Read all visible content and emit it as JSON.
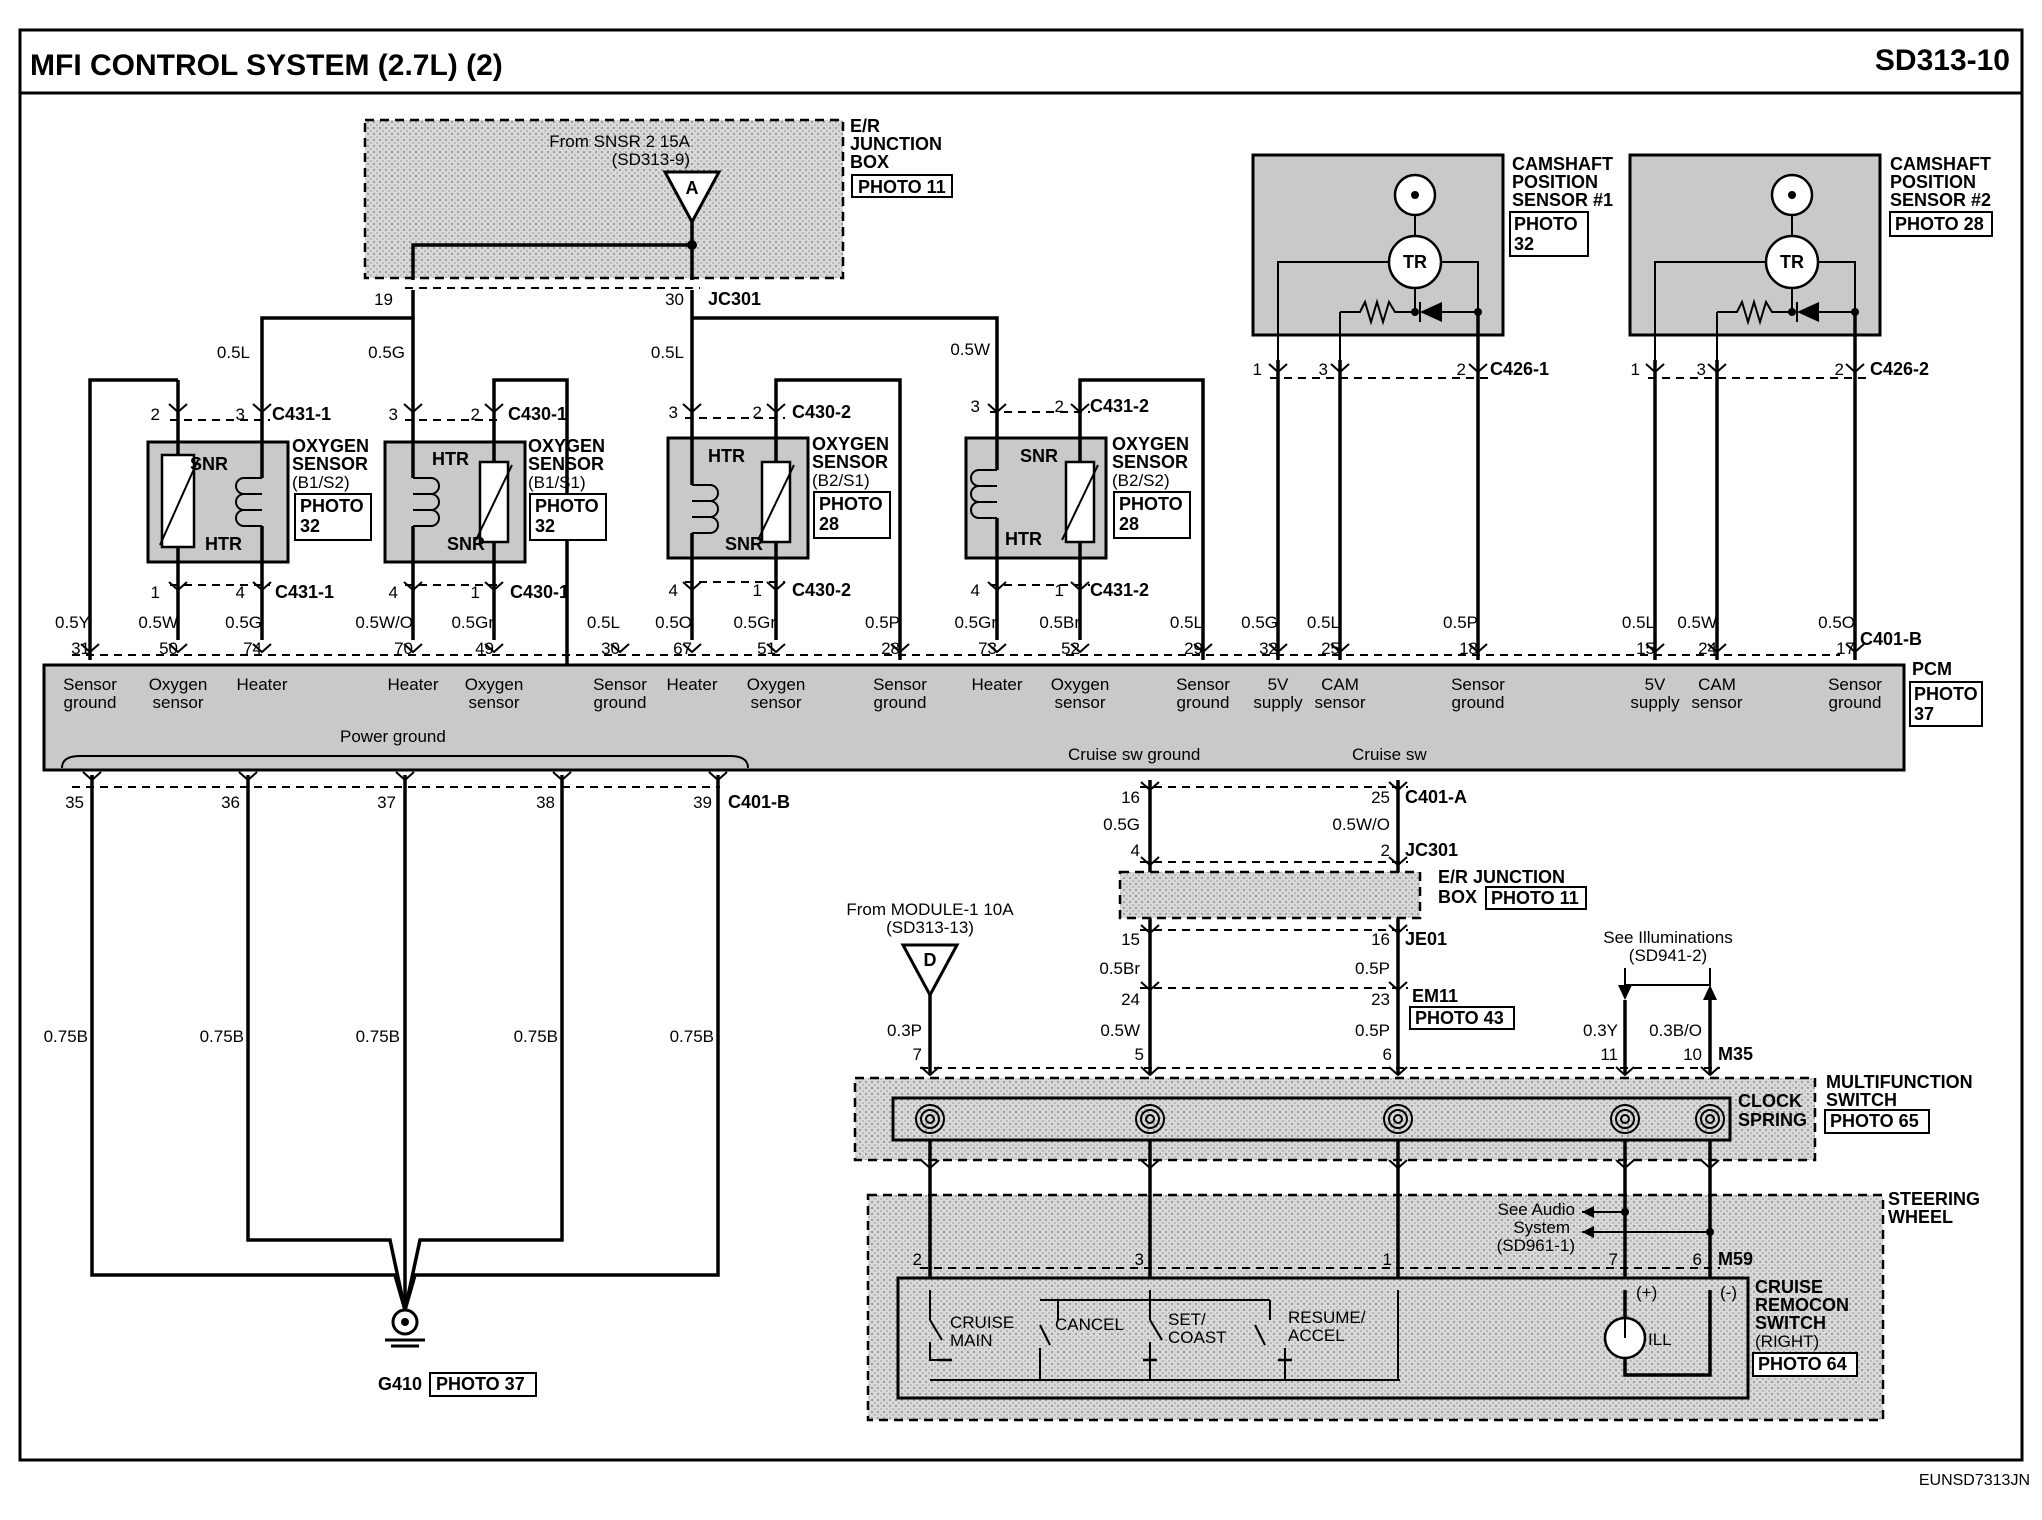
{
  "header": {
    "title": "MFI CONTROL SYSTEM (2.7L) (2)",
    "page_code": "SD313-10"
  },
  "footer": {
    "code": "EUNSD7313JN"
  },
  "er_junction_box": {
    "label": "E/R JUNCTION BOX",
    "photo": "PHOTO 11",
    "source_line1": "From SNSR 2 15A",
    "source_line2": "(SD313-9)",
    "connector": "A",
    "connector_id": "JC301",
    "pins": [
      "19",
      "30"
    ]
  },
  "oxygen_sensors": [
    {
      "name": "OXYGEN SENSOR",
      "position": "(B1/S2)",
      "photo": "PHOTO 32",
      "conn_top": "C431-1",
      "conn_bot": "C431-1",
      "top_pins": [
        "2",
        "3"
      ],
      "bot_pins": [
        "1",
        "4"
      ],
      "labels": [
        "SNR",
        "HTR"
      ]
    },
    {
      "name": "OXYGEN SENSOR",
      "position": "(B1/S1)",
      "photo": "PHOTO 32",
      "conn_top": "C430-1",
      "conn_bot": "C430-1",
      "top_pins": [
        "3",
        "2"
      ],
      "bot_pins": [
        "4",
        "1"
      ],
      "labels": [
        "HTR",
        "SNR"
      ]
    },
    {
      "name": "OXYGEN SENSOR",
      "position": "(B2/S1)",
      "photo": "PHOTO 28",
      "conn_top": "C430-2",
      "conn_bot": "C430-2",
      "top_pins": [
        "3",
        "2"
      ],
      "bot_pins": [
        "4",
        "1"
      ],
      "labels": [
        "HTR",
        "SNR"
      ]
    },
    {
      "name": "OXYGEN SENSOR",
      "position": "(B2/S2)",
      "photo": "PHOTO 28",
      "conn_top": "C431-2",
      "conn_bot": "C431-2",
      "top_pins": [
        "3",
        "2"
      ],
      "bot_pins": [
        "4",
        "1"
      ],
      "labels": [
        "SNR",
        "HTR"
      ]
    }
  ],
  "upper_wires": [
    "0.5L",
    "0.5G",
    "0.5L",
    "0.5W"
  ],
  "camshaft_sensors": [
    {
      "line1": "CAMSHAFT",
      "line2": "POSITION",
      "line3": "SENSOR #1",
      "photo_line1": "PHOTO",
      "photo_line2": "32",
      "connector": "C426-1",
      "pins": [
        "1",
        "3",
        "2"
      ],
      "tr": "TR"
    },
    {
      "line1": "CAMSHAFT",
      "line2": "POSITION",
      "line3": "SENSOR #2",
      "photo": "PHOTO 28",
      "connector": "C426-2",
      "pins": [
        "1",
        "3",
        "2"
      ],
      "tr": "TR"
    }
  ],
  "pcm": {
    "label": "PCM",
    "photo_line1": "PHOTO",
    "photo_line2": "37",
    "connector_top": "C401-B",
    "power_ground": "Power ground",
    "cruise_sw_ground": "Cruise sw ground",
    "cruise_sw": "Cruise sw",
    "top_pins": [
      {
        "wire": "0.5Y",
        "pin": "31",
        "f1": "Sensor",
        "f2": "ground"
      },
      {
        "wire": "0.5W",
        "pin": "50",
        "f1": "Oxygen",
        "f2": "sensor"
      },
      {
        "wire": "0.5G",
        "pin": "74",
        "f1": "Heater",
        "f2": ""
      },
      {
        "wire": "0.5W/O",
        "pin": "70",
        "f1": "Heater",
        "f2": ""
      },
      {
        "wire": "0.5Gr",
        "pin": "49",
        "f1": "Oxygen",
        "f2": "sensor"
      },
      {
        "wire": "0.5L",
        "pin": "30",
        "f1": "Sensor",
        "f2": "ground"
      },
      {
        "wire": "0.5O",
        "pin": "67",
        "f1": "Heater",
        "f2": ""
      },
      {
        "wire": "0.5Gr",
        "pin": "51",
        "f1": "Oxygen",
        "f2": "sensor"
      },
      {
        "wire": "0.5P",
        "pin": "28",
        "f1": "Sensor",
        "f2": "ground"
      },
      {
        "wire": "0.5Gr",
        "pin": "73",
        "f1": "Heater",
        "f2": ""
      },
      {
        "wire": "0.5Br",
        "pin": "52",
        "f1": "Oxygen",
        "f2": "sensor"
      },
      {
        "wire": "0.5L",
        "pin": "29",
        "f1": "Sensor",
        "f2": "ground"
      },
      {
        "wire": "0.5G",
        "pin": "32",
        "f1": "5V",
        "f2": "supply"
      },
      {
        "wire": "0.5L",
        "pin": "25",
        "f1": "CAM",
        "f2": "sensor"
      },
      {
        "wire": "0.5P",
        "pin": "18",
        "f1": "Sensor",
        "f2": "ground"
      },
      {
        "wire": "0.5L",
        "pin": "15",
        "f1": "5V",
        "f2": "supply"
      },
      {
        "wire": "0.5W",
        "pin": "24",
        "f1": "CAM",
        "f2": "sensor"
      },
      {
        "wire": "0.5O",
        "pin": "17",
        "f1": "Sensor",
        "f2": "ground"
      }
    ]
  },
  "ground": {
    "pins": [
      "35",
      "36",
      "37",
      "38",
      "39"
    ],
    "connector": "C401-B",
    "wires": [
      "0.75B",
      "0.75B",
      "0.75B",
      "0.75B",
      "0.75B"
    ],
    "label": "G410",
    "photo": "PHOTO 37"
  },
  "cruise": {
    "c401a": "C401-A",
    "pins_a": [
      "16",
      "25"
    ],
    "wires_a": [
      "0.5G",
      "0.5W/O"
    ],
    "jc301": "JC301",
    "pins_jc": [
      "4",
      "2"
    ],
    "jbox_line1": "E/R JUNCTION",
    "jbox_line2": "BOX",
    "jbox_photo": "PHOTO 11",
    "je01": "JE01",
    "pins_je": [
      "15",
      "16"
    ],
    "wires_je": [
      "0.5Br",
      "0.5P"
    ],
    "em11": "EM11",
    "em11_photo": "PHOTO 43",
    "pins_em": [
      "24",
      "23"
    ],
    "wires_em": [
      "0.5W",
      "0.5P"
    ],
    "module_line1": "From MODULE-1 10A",
    "module_line2": "(SD313-13)",
    "module_conn": "D",
    "module_wire": "0.3P",
    "module_pin": "7",
    "illum_line1": "See Illuminations",
    "illum_line2": "(SD941-2)",
    "illum_wires": [
      "0.3Y",
      "0.3B/O"
    ],
    "illum_pins": [
      "11",
      "10"
    ],
    "m35": "M35"
  },
  "multifunction": {
    "line1": "MULTIFUNCTION",
    "line2": "SWITCH",
    "clock_line1": "CLOCK",
    "clock_line2": "SPRING",
    "photo": "PHOTO 65"
  },
  "steering": {
    "line1": "STEERING",
    "line2": "WHEEL",
    "audio_line1": "See Audio",
    "audio_line2": "System",
    "audio_line3": "(SD961-1)",
    "pins": [
      "2",
      "3",
      "1",
      "7",
      "6"
    ],
    "m59": "M59",
    "switch_line1": "CRUISE",
    "switch_line2": "REMOCON",
    "switch_line3": "SWITCH",
    "switch_line4": "(RIGHT)",
    "photo": "PHOTO 64",
    "sw1_l1": "CRUISE",
    "sw1_l2": "MAIN",
    "sw2": "CANCEL",
    "sw3_l1": "SET/",
    "sw3_l2": "COAST",
    "sw4_l1": "RESUME/",
    "sw4_l2": "ACCEL",
    "plus": "(+)",
    "minus": "(-)",
    "ill": "ILL"
  }
}
